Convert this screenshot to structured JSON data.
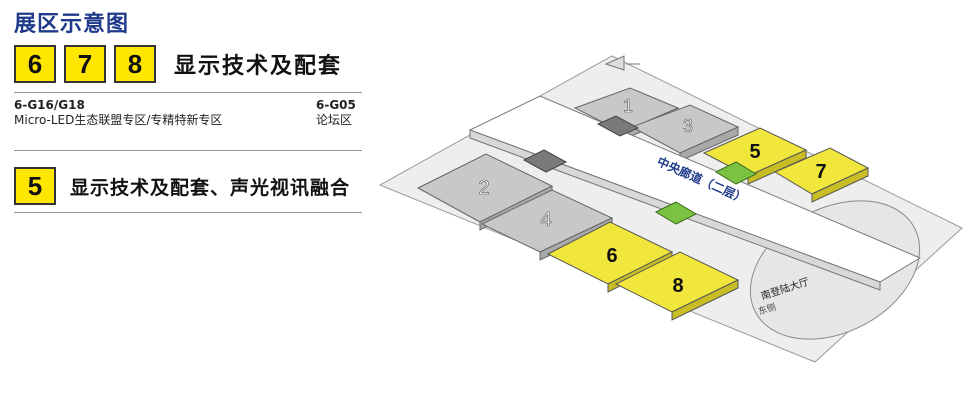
{
  "title": "展区示意图",
  "legend": {
    "row1": {
      "halls": [
        "6",
        "7",
        "8"
      ],
      "label": "显示技术及配套"
    },
    "info_left": {
      "code": "6-G16/G18",
      "text": "Micro-LED生态联盟专区/专精特新专区"
    },
    "info_right": {
      "code": "6-G05",
      "text": "论坛区"
    },
    "row2": {
      "hall": "5",
      "label": "显示技术及配套、声光视讯融合"
    }
  },
  "map": {
    "halls": [
      {
        "id": "1",
        "highlighted": false
      },
      {
        "id": "2",
        "highlighted": false
      },
      {
        "id": "3",
        "highlighted": false
      },
      {
        "id": "4",
        "highlighted": false
      },
      {
        "id": "5",
        "highlighted": true
      },
      {
        "id": "6",
        "highlighted": true
      },
      {
        "id": "7",
        "highlighted": true
      },
      {
        "id": "8",
        "highlighted": true
      }
    ],
    "central_corridor": "中央廊道（二层）",
    "south_hall": "南登陆大厅",
    "east_wing": "东侧"
  },
  "colors": {
    "title": "#1f3a8a",
    "highlight": "#f0e63c",
    "inactive": "#c8c8c8",
    "connector": "#7cc242"
  }
}
